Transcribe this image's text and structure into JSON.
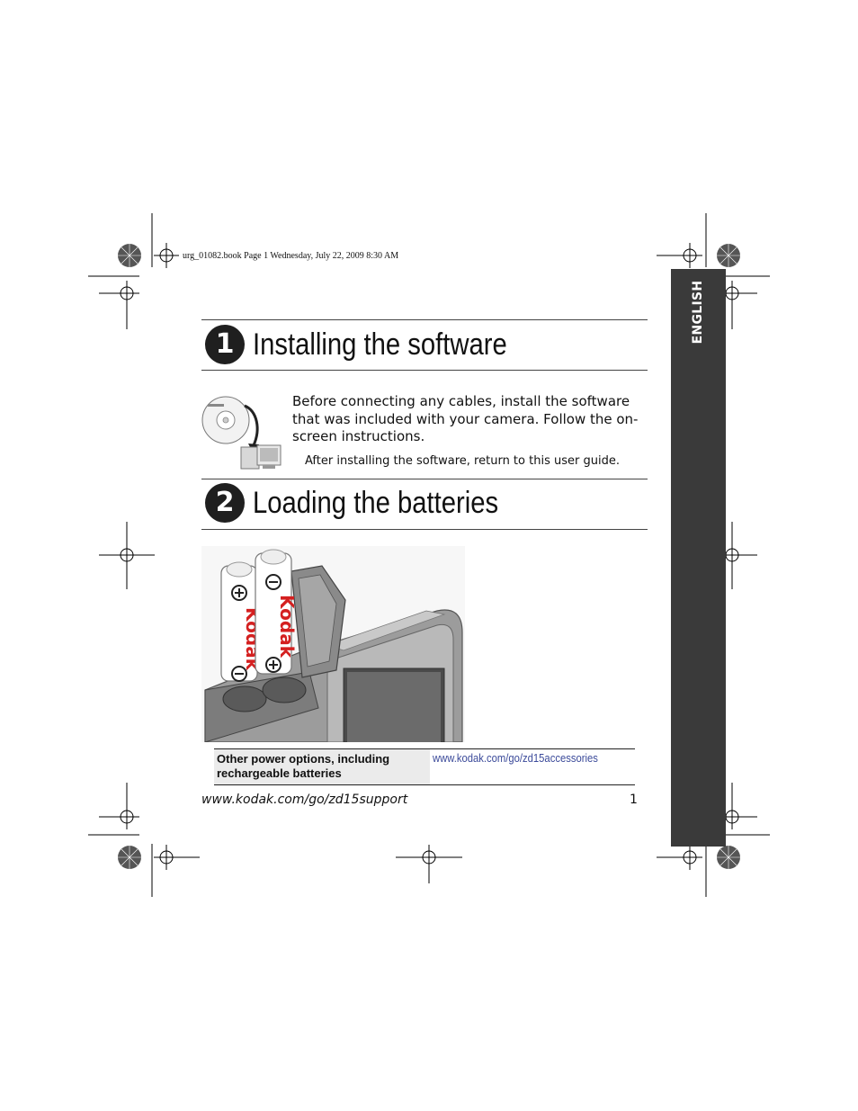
{
  "header": {
    "print_info": "urg_01082.book  Page 1  Wednesday, July 22, 2009  8:30 AM"
  },
  "side_tab": {
    "label": "ENGLISH"
  },
  "section1": {
    "number": "1",
    "title": "Installing the software",
    "body": "Before connecting any cables, install the software that was included with your camera. Follow the on-screen instructions.",
    "note": "After installing the software, return to this user guide."
  },
  "section2": {
    "number": "2",
    "title": "Loading the batteries",
    "battery_brand": "Kodak"
  },
  "power_table": {
    "label": "Other power options, including rechargeable batteries",
    "link": "www.kodak.com/go/zd15accessories"
  },
  "footer": {
    "url": "www.kodak.com/go/zd15support",
    "page_number": "1"
  }
}
